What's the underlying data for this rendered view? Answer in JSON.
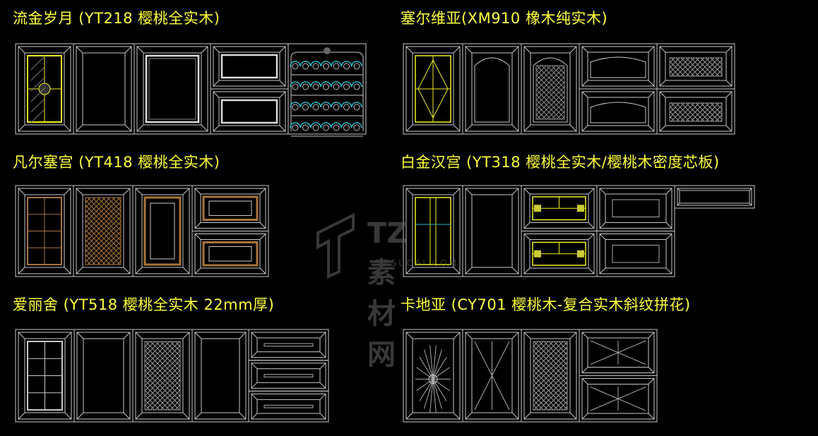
{
  "series": [
    {
      "title": "流金岁月 (YT218 樱桃全实木)",
      "doors": [
        "glass-cross",
        "plain",
        "beaded",
        "beaded-split",
        "wine-rack"
      ]
    },
    {
      "title": "塞尔维亚(XM910 橡木纯实木)",
      "doors": [
        "glass-diamond",
        "arched",
        "arched-lattice",
        "arched-split",
        "basket-split"
      ]
    },
    {
      "title": "凡尔塞宫 (YT418 樱桃全实木)",
      "doors": [
        "glass-grid",
        "lattice",
        "trim",
        "trim-split"
      ]
    },
    {
      "title": "白金汉宫 (YT318 樱桃全实木/樱桃木密度芯板)",
      "doors": [
        "glass-vertical",
        "plain",
        "glass-split",
        "raised-split",
        "drawer"
      ]
    },
    {
      "title": "爱丽舍 (YT518 樱桃全实木 22mm厚)",
      "doors": [
        "glass-grid",
        "plain",
        "lattice",
        "plain",
        "drawer-split-3"
      ]
    },
    {
      "title": "卡地亚 (CY701 樱桃木-复合实木斜纹拼花)",
      "doors": [
        "sunburst",
        "diagonal-parquet",
        "lattice",
        "parquet-split"
      ]
    }
  ],
  "watermark": {
    "brand": "TZ素材网",
    "url": "TZSUCAI.COM"
  },
  "colors": {
    "line": "#c8c8c8",
    "glass": "#f0f020",
    "trim": "#a8743c",
    "rack": "#20b8c8",
    "title": "#ffff3c"
  }
}
